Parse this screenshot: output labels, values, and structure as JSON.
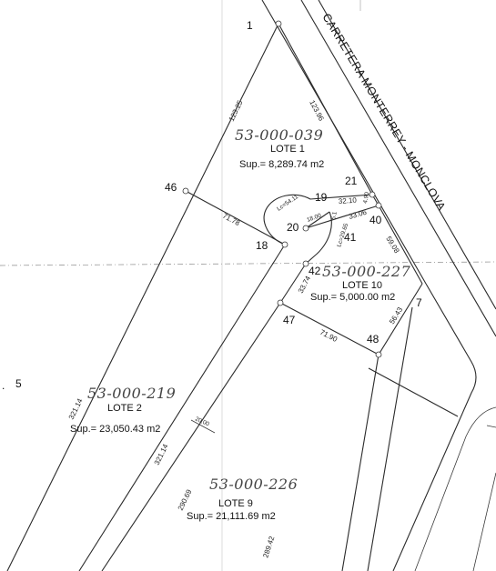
{
  "road": {
    "name": "CARRETERA MONTERREY - MONCLOVA"
  },
  "lots": [
    {
      "name": "LOTE 1",
      "area": "Sup.= 8,289.74 m2",
      "cadastral": "53-000-039"
    },
    {
      "name": "LOTE 10",
      "area": "Sup.= 5,000.00 m2",
      "cadastral": "53-000-227"
    },
    {
      "name": "LOTE 2",
      "area": "Sup.= 23,050.43 m2",
      "cadastral": "53-000-219"
    },
    {
      "name": "LOTE 9",
      "area": "Sup.= 21,111.69 m2",
      "cadastral": "53-000-226"
    }
  ],
  "points": [
    "1",
    "46",
    "21",
    "19",
    "20",
    "18",
    "40",
    "41",
    "42",
    "7",
    "47",
    "48",
    "5"
  ],
  "dimensions": {
    "d_123_25": "123.25",
    "d_123_96": "123.96",
    "d_71_78": "71.78",
    "d_lc_54_11": "Lc=54.11",
    "d_18_00": "18.00",
    "d_32_10": "32.10",
    "d_4_90": "4.90",
    "d_33_06": "33.06",
    "d_5_1": "5.1",
    "d_lc_29_65": "Lc=29.65",
    "d_59_08": "59.08",
    "d_33_74": "33.74",
    "d_56_43": "56.43",
    "d_71_90": "71.90",
    "d_20_00": "20.00",
    "d_321_14_a": "321.14",
    "d_321_14_b": "321.14",
    "d_290_69": "290.69",
    "d_289_42": "289.42"
  }
}
